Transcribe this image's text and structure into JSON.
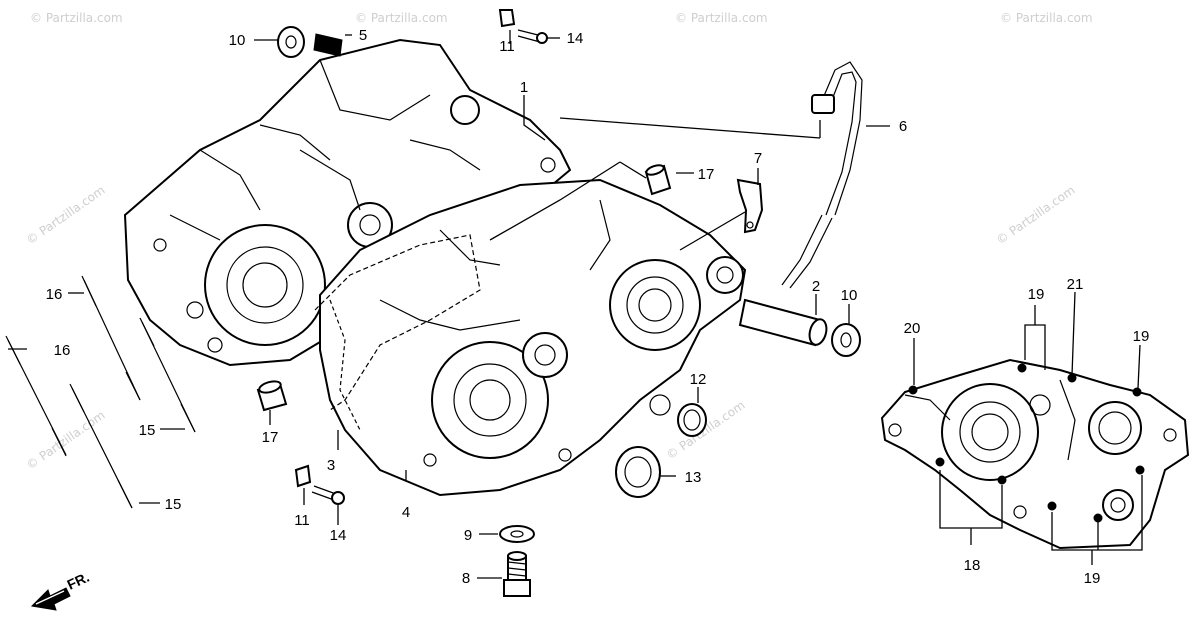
{
  "diagram": {
    "callouts": [
      "1",
      "2",
      "3",
      "4",
      "5",
      "6",
      "7",
      "8",
      "9",
      "10",
      "10",
      "11",
      "11",
      "12",
      "13",
      "14",
      "14",
      "15",
      "15",
      "16",
      "16",
      "17",
      "17",
      "18",
      "19",
      "19",
      "19",
      "20",
      "21"
    ],
    "front_marker": "FR.",
    "watermark": "© Partzilla.com"
  }
}
